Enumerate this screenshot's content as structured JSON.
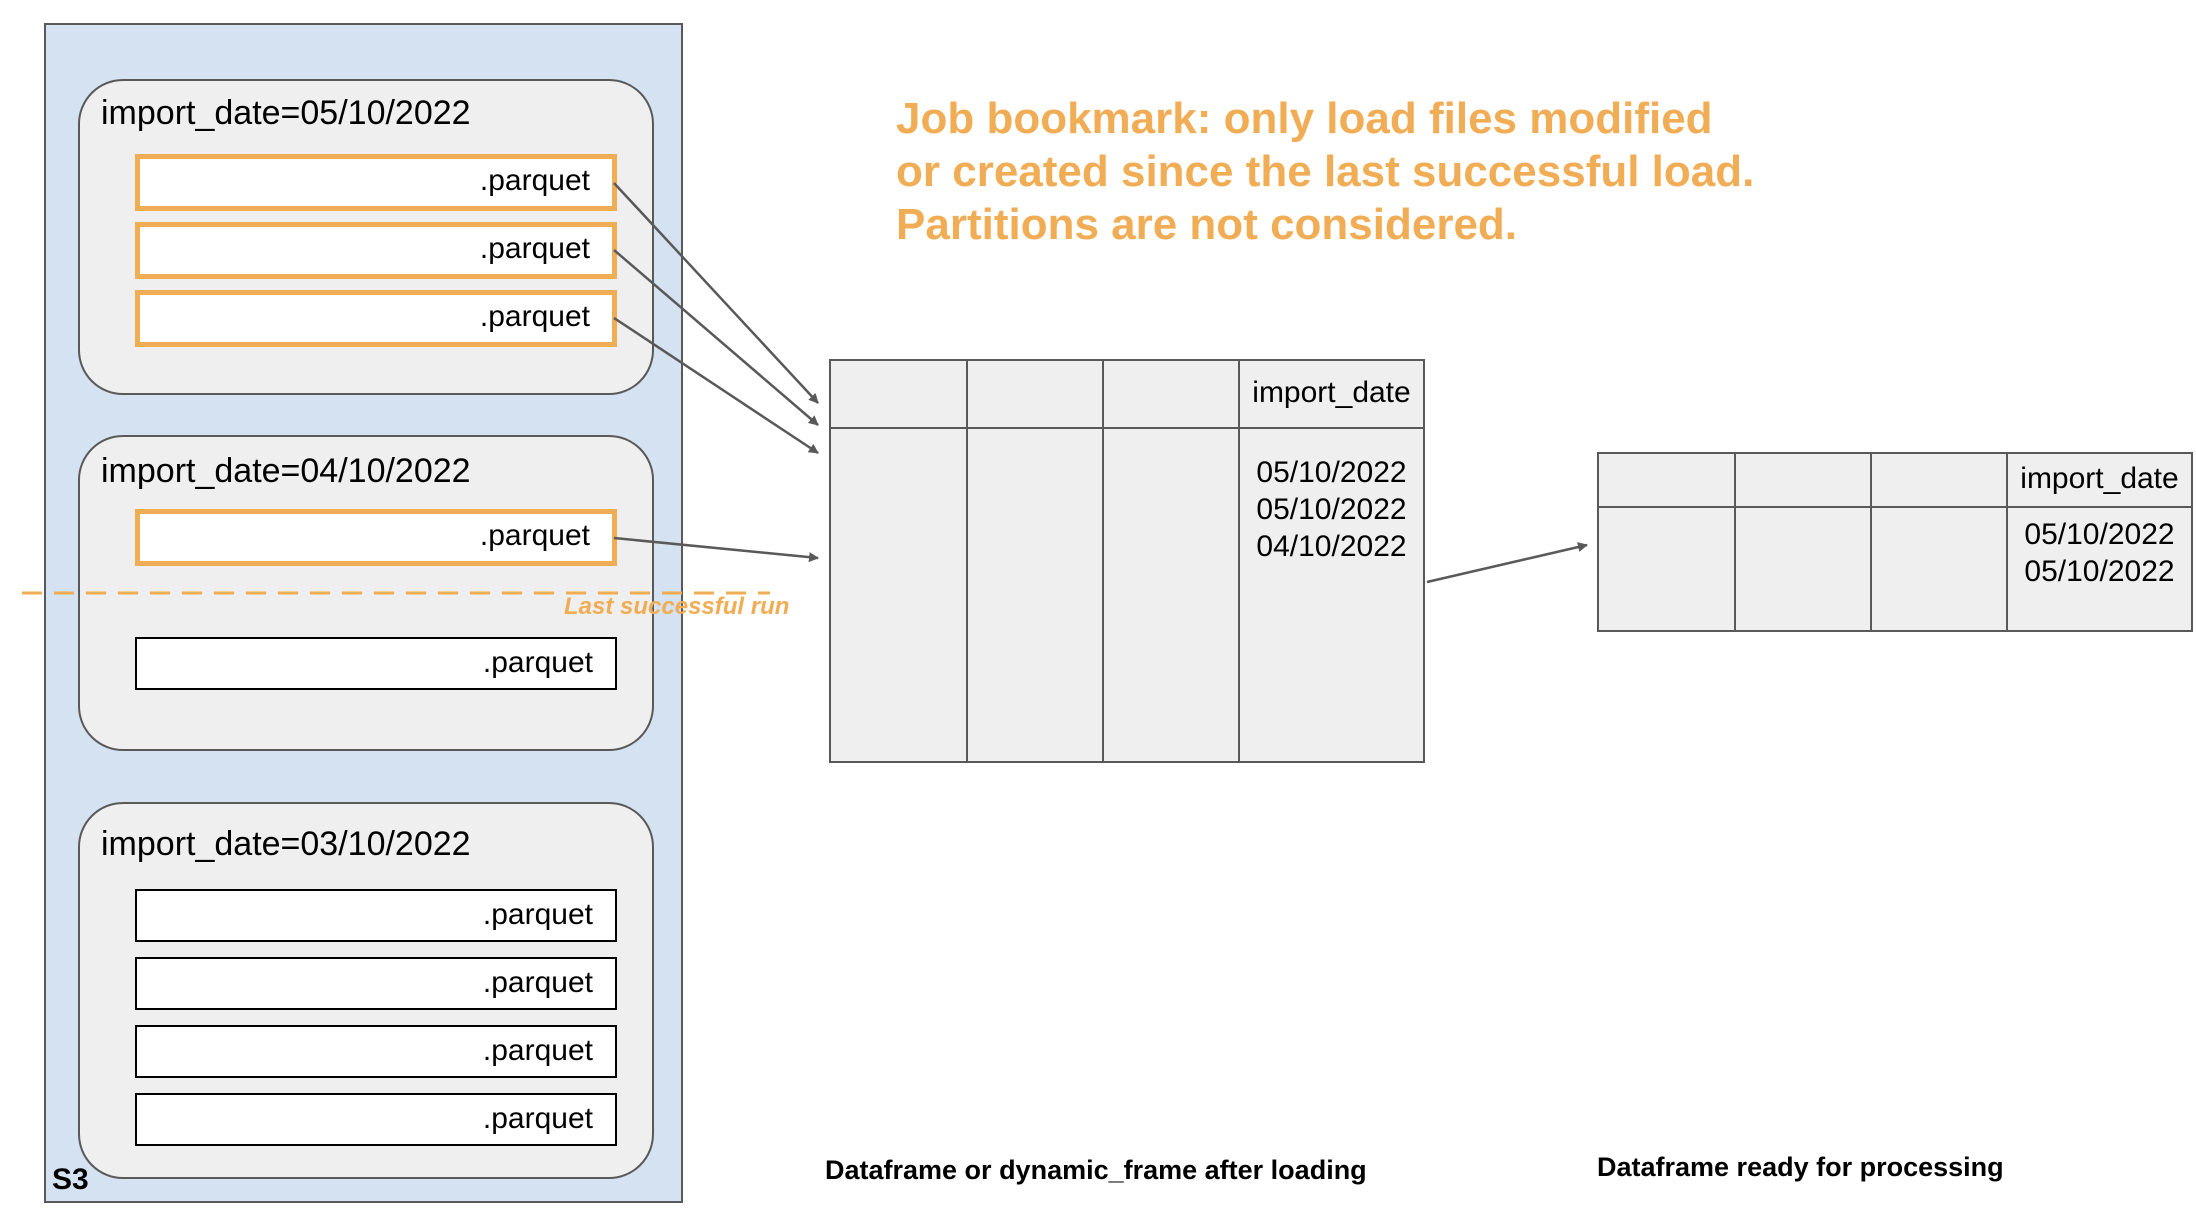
{
  "container_label": "S3",
  "partitions": [
    {
      "title": "import_date=05/10/2022",
      "files": [
        ".parquet",
        ".parquet",
        ".parquet"
      ]
    },
    {
      "title": "import_date=04/10/2022",
      "files": [
        ".parquet",
        ".parquet"
      ]
    },
    {
      "title": "import_date=03/10/2022",
      "files": [
        ".parquet",
        ".parquet",
        ".parquet",
        ".parquet"
      ]
    }
  ],
  "note": {
    "lines": [
      "Job bookmark: only load files modified",
      "or created since the last successful load.",
      "Partitions are not considered."
    ],
    "color": "#f1ad55"
  },
  "last_run_label": "Last successful run",
  "loaded_frame": {
    "column_header": "import_date",
    "values": [
      "05/10/2022",
      "05/10/2022",
      "04/10/2022"
    ],
    "caption": "Dataframe or dynamic_frame after loading"
  },
  "processed_frame": {
    "column_header": "import_date",
    "values": [
      "05/10/2022",
      "05/10/2022"
    ],
    "caption": "Dataframe ready for processing"
  },
  "colors": {
    "highlight": "#f1ad55",
    "container": "#d5e2f1",
    "box": "#efefef",
    "line": "#595959"
  }
}
